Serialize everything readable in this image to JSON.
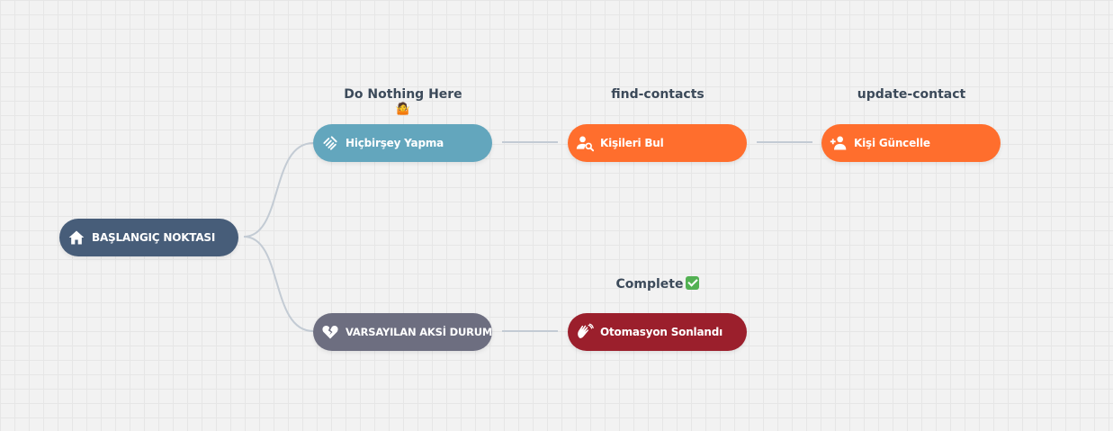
{
  "colors": {
    "start": "#475d79",
    "noop": "#63a6bd",
    "default": "#6d6e80",
    "action": "#ff6e2d",
    "end": "#9b1f2c",
    "connector": "#c3cbd4"
  },
  "nodes": {
    "start": {
      "label": "BAŞLANGIÇ NOKTASI",
      "icon": "home-icon"
    },
    "noop": {
      "label": "Hiçbirşey Yapma",
      "caption": "Do Nothing Here",
      "caption_emoji": "🤷",
      "icon": "handshake-icon"
    },
    "find": {
      "label": "Kişileri Bul",
      "caption": "find-contacts",
      "icon": "user-search-icon"
    },
    "update": {
      "label": "Kişi Güncelle",
      "caption": "update-contact",
      "icon": "user-plus-icon"
    },
    "default": {
      "label": "VARSAYILAN AKSİ DURUM",
      "icon": "broken-heart-icon"
    },
    "end": {
      "label": "Otomasyon Sonlandı",
      "caption": "Complete",
      "caption_check": "✅",
      "icon": "wave-hands-icon"
    }
  }
}
